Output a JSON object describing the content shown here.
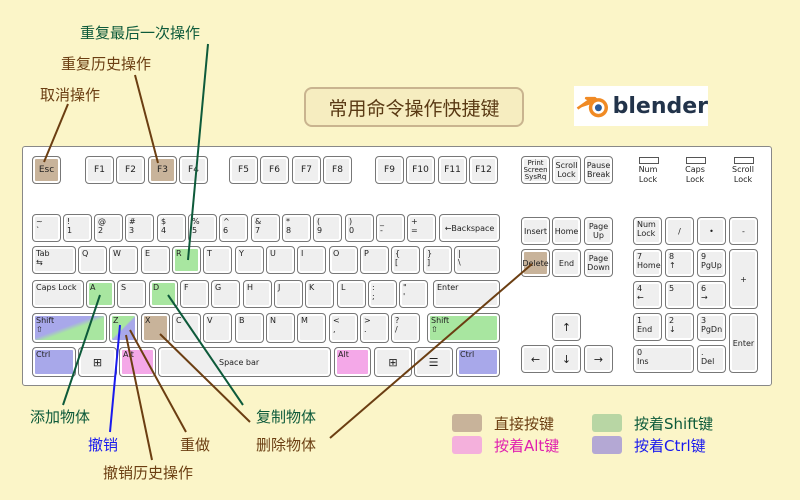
{
  "title": "常用命令操作快捷键",
  "logo": {
    "text": "blender",
    "icon_name": "blender-logo-icon"
  },
  "callouts": {
    "redo_last": "重复最后一次操作",
    "repeat_history": "重复历史操作",
    "cancel": "取消操作",
    "add_object": "添加物体",
    "undo": "撤销",
    "redo": "重做",
    "undo_history": "撤销历史操作",
    "duplicate": "复制物体",
    "delete": "删除物体"
  },
  "legend": {
    "direct": "直接按键",
    "shift": "按着Shift键",
    "alt": "按着Alt键",
    "ctrl": "按着Ctrl键"
  },
  "colors": {
    "direct": "#c8b39a",
    "shift": "#a8e6a0",
    "alt": "#f4a8e8",
    "ctrl": "#a8a8ea",
    "callout_brown": "#6b3e12",
    "callout_green": "#0d5a3a",
    "callout_blue": "#1a1aee"
  },
  "leds": {
    "num": "Num\nLock",
    "caps": "Caps\nLock",
    "scroll": "Scroll\nLock"
  },
  "keys": {
    "esc": "Esc",
    "f1": "F1",
    "f2": "F2",
    "f3": "F3",
    "f4": "F4",
    "f5": "F5",
    "f6": "F6",
    "f7": "F7",
    "f8": "F8",
    "f9": "F9",
    "f10": "F10",
    "f11": "F11",
    "f12": "F12",
    "prtsc": "Print\nScreen\nSysRq",
    "scrlk": "Scroll\nLock",
    "pause": "Pause\nBreak",
    "tilde": "~\n`",
    "k1": "!\n1",
    "k2": "@\n2",
    "k3": "#\n3",
    "k4": "$\n4",
    "k5": "%\n5",
    "k6": "^\n6",
    "k7": "&\n7",
    "k8": "*\n8",
    "k9": "(\n9",
    "k0": ")\n0",
    "minus": "_\n-",
    "equal": "+\n=",
    "backspace": "←Backspace",
    "tab": "Tab\n⇆",
    "q": "Q",
    "w": "W",
    "e": "E",
    "r": "R",
    "t": "T",
    "y": "Y",
    "u": "U",
    "i": "I",
    "o": "O",
    "p": "P",
    "lbracket": "{\n[",
    "rbracket": "}\n]",
    "backslash": "|\n\\",
    "capslock": "Caps Lock",
    "a": "A",
    "s": "S",
    "d": "D",
    "f": "F",
    "g": "G",
    "h": "H",
    "j": "J",
    "k": "K",
    "l": "L",
    "semicolon": ":\n;",
    "quote": "\"\n'",
    "enter": "Enter",
    "lshift": "Shift\n⇧",
    "z": "Z",
    "x": "X",
    "c": "C",
    "v": "V",
    "b": "B",
    "n": "N",
    "m": "M",
    "comma": "<\n,",
    "period": ">\n.",
    "slash": "?\n/",
    "rshift": "Shift\n⇧",
    "lctrl": "Ctrl",
    "lwin": "⊞",
    "lalt": "Alt",
    "space": "Space bar",
    "ralt": "Alt",
    "rwin": "⊞",
    "menu": "☰",
    "rctrl": "Ctrl",
    "insert": "Insert",
    "home": "Home",
    "pgup": "Page\nUp",
    "delete": "Delete",
    "end": "End",
    "pgdn": "Page\nDown",
    "up": "↑",
    "left": "←",
    "down": "↓",
    "right": "→",
    "numlock": "Num\nLock",
    "ndiv": "/",
    "nmul": "•",
    "nminus": "-",
    "n7": "7\nHome",
    "n8": "8\n↑",
    "n9": "9\nPgUp",
    "nplus": "+",
    "n4": "4\n←",
    "n5": "5",
    "n6": "6\n→",
    "n1": "1\nEnd",
    "n2": "2\n↓",
    "n3": "3\nPgDn",
    "nenter": "Enter",
    "n0": "0\nIns",
    "ndot": ".\nDel"
  }
}
